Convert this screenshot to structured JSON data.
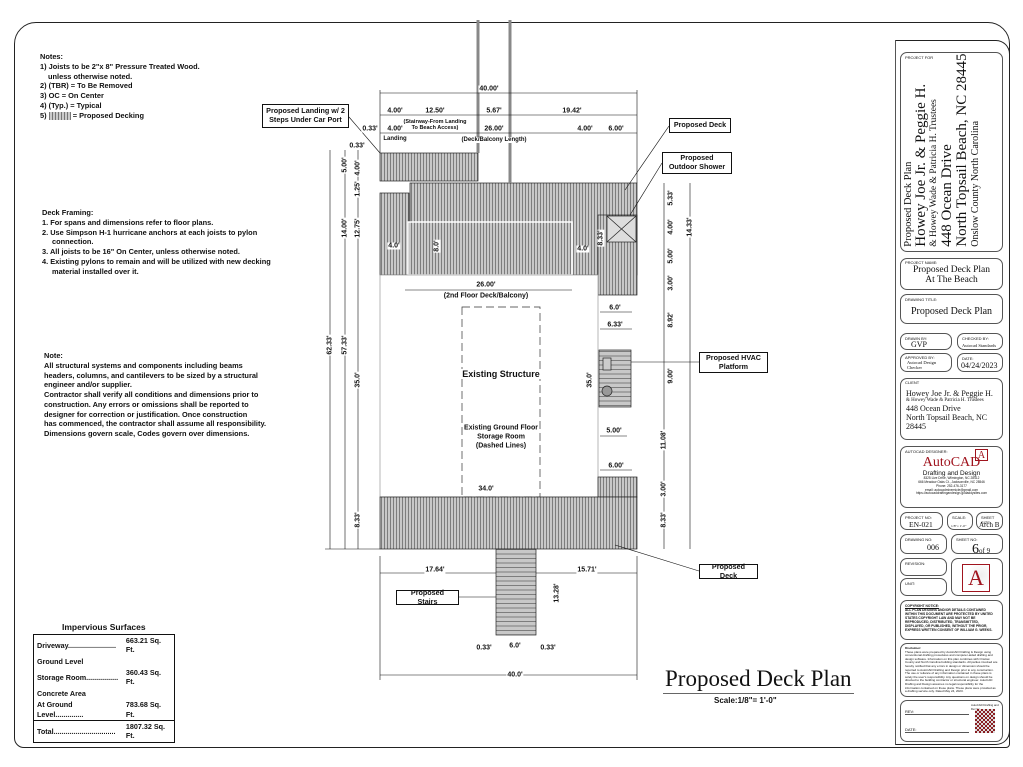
{
  "notes": {
    "title": "Notes:",
    "items": [
      "1) Joists to be 2\"x 8\" Pressure Treated Wood.",
      "unless otherwise noted.",
      "2) (TBR) = To Be Removed",
      "3) OC = On Center",
      "4) (Typ.) = Typical"
    ],
    "legend_prefix": "5)",
    "legend_label": "= Proposed Decking"
  },
  "framing": {
    "title": "Deck Framing:",
    "items": [
      "1. For spans and dimensions refer to floor plans.",
      "2. Use Simpson H-1 hurricane anchors at each joists to pylon",
      "connection.",
      "3. All joists to be 16\" On Center, unless otherwise noted.",
      "4. Existing pylons to remain and will be utilized with new decking",
      "material installed over it."
    ]
  },
  "note2": {
    "title": "Note:",
    "lines": [
      "All structural systems and components including beams",
      "headers, columns, and cantilevers to be sized by a structural",
      "engineer and/or supplier.",
      "Contractor shall verify all conditions and dimensions prior to",
      "construction. Any errors or omissions shall be reported to",
      "designer for correction or justification. Once construction",
      "has commenced, the contractor shall assume all responsibility.",
      "Dimensions govern scale, Codes govern over dimensions."
    ]
  },
  "impervious": {
    "title": "Impervious Surfaces",
    "rows": [
      {
        "label": "Driveway........................",
        "value": "663.21 Sq. Ft."
      },
      {
        "label": "Ground Level",
        "value": ""
      },
      {
        "label": "Storage Room................",
        "value": "360.43 Sq. Ft."
      },
      {
        "label": "Concrete Area",
        "value": ""
      },
      {
        "label": "At Ground Level..............",
        "value": "783.68 Sq. Ft."
      }
    ],
    "total_label": "Total...............................",
    "total_value": "1807.32 Sq. Ft."
  },
  "callouts": [
    "Proposed Landing w/ 2 Steps Under Car Port",
    "Proposed Deck",
    "Proposed Outdoor Shower",
    "Proposed HVAC Platform",
    "Proposed Deck",
    "Proposed Stairs"
  ],
  "dims": [
    "40.00'",
    "4.00'",
    "12.50'",
    "5.67'",
    "19.42'",
    "0.33'",
    "4.00'",
    "26.00'",
    "4.00'",
    "6.00'",
    "0.33'",
    "5.00'",
    "4.00'",
    "1.25'",
    "14.00'",
    "12.75'",
    "62.33'",
    "57.33'",
    "35.0'",
    "8.33'",
    "4.0'",
    "8.0'",
    "4.0'",
    "8.33'",
    "26.00'",
    "5.33'",
    "4.00'",
    "5.00'",
    "3.00'",
    "8.92'",
    "9.00'",
    "11.08'",
    "3.00'",
    "8.33'",
    "14.33'",
    "6.0'",
    "6.33'",
    "5.00'",
    "6.00'",
    "35.0'",
    "34.0'",
    "17.64'",
    "15.71'",
    "13.28'",
    "0.33'",
    "6.0'",
    "0.33'",
    "40.0'"
  ],
  "labels": {
    "stairway": "(Stairway-From Landing",
    "stairway2": "To Beach Access)",
    "landing": "Landing",
    "deck_length": "(Deck/Balcony Length)",
    "second_floor": "(2nd Floor Deck/Balcony)",
    "existing": "Existing Structure",
    "storage1": "Existing Ground Floor",
    "storage2": "Storage Room",
    "storage3": "(Dashed Lines)"
  },
  "drawing_title": "Proposed Deck Plan",
  "scale": "Scale:1/8\"= 1'-0\"",
  "title_block": {
    "project_for_label": "PROJECT FOR",
    "project_for": [
      "Proposed Deck Plan",
      "Howey Joe Jr. & Peggie H.",
      "& Howey Wade & Patricia H. Trustees",
      "448 Ocean Drive",
      "North Topsail Beach, NC 28445",
      "Onslow County    North Carolina"
    ],
    "project_name_label": "PROJECT NAME:",
    "project_name": [
      "Proposed Deck Plan",
      "At The Beach"
    ],
    "drawing_title_label": "DRAWING TITLE:",
    "drawing_title": "Proposed Deck Plan",
    "drawn_by_label": "DRAWN BY:",
    "drawn_by": "GVP",
    "checked_by_label": "CHECKED BY:",
    "checked_by": "Autocad Standards",
    "approved_by_label": "APPROVED BY:",
    "approved_by": "Autocad Design Checker",
    "date_label": "DATE:",
    "date": "04/24/2023",
    "client_label": "CLIENT",
    "client": [
      "Howey Joe Jr. & Peggie H.",
      "& Howey Wade & Patricia H. Trustees",
      "448 Ocean Drive",
      "North Topsail Beach, NC",
      "28445"
    ],
    "designer_label": "AUTOCAD DESIGNER:",
    "designer_logo": "AutoCAD",
    "designer_sub": "Drafting and Design",
    "designer_info": [
      "8325 Live Drive, Wilmington, NC 28412",
      "666 Meadow Oaks Ct., Jacksonville, NC 28546",
      "Phone: 252-476-3177",
      "email: autocadminernicle@gmail.com",
      "https://autocaddraftingandesign.godaddysites.com"
    ],
    "project_no_label": "PROJECT NO:",
    "project_no": "EN-021",
    "scale_label": "SCALE:",
    "scale": "1/8\"= 1'-0\"",
    "sheet_size_label": "SHEET SIZE:",
    "sheet_size": "Arch B",
    "drawing_no_label": "DRAWING NO:",
    "drawing_no": "006",
    "sheet_no_label": "SHEET NO:",
    "sheet_no": "6",
    "sheet_of": "of 9",
    "revision_label": "REVISION:",
    "unit_label": "UNIT:",
    "copyright_title": "COPYRIGHT NOTICE:",
    "copyright": "ALL PLAN DESIGNS AND/OR DETAILS CONTAINED WITHIN THIS DOCUMENT ARE PROTECTED BY UNITED STATES COPYRIGHT LAW AND MAY NOT BE REPRODUCED, DISTRIBUTED, TRANSMITTED, DISPLAYED, OR PUBLISHED, WITHOUT THE PRIOR, EXPRESS WRITTEN CONSENT OF WILLIAM G. WEEKS.",
    "disclaimer_title": "Disclaimer:",
    "disclaimer": "These plans were prepared by AutoCAD Drafting & Design using conventional drafting procedures and computer-aided drafting and design software. Information on this plan combines with Onslow County and North Carolina building standards. All parties involved are hereby notified that any errors in design or dimension should be reported to AutoCAD Drafting and Design prior to any construction. The use or reliance of any information contained in these plans is solely the user's responsibility. Any questions on design should be directed to the building contractor or structural engineer. AutoCAD Drafting and Design assumes no legal responsibility for the information contained on these plans. These plans were provided as a drafting service only. Dated May 24, 2023.",
    "rev_label": "REV:",
    "date2_label": "DATE:",
    "qr_caption": "AutoCAD Drafting and Design"
  },
  "colors": {
    "line": "#111111",
    "hatch": "#8a8a8a",
    "logo_red": "#a0141e"
  }
}
